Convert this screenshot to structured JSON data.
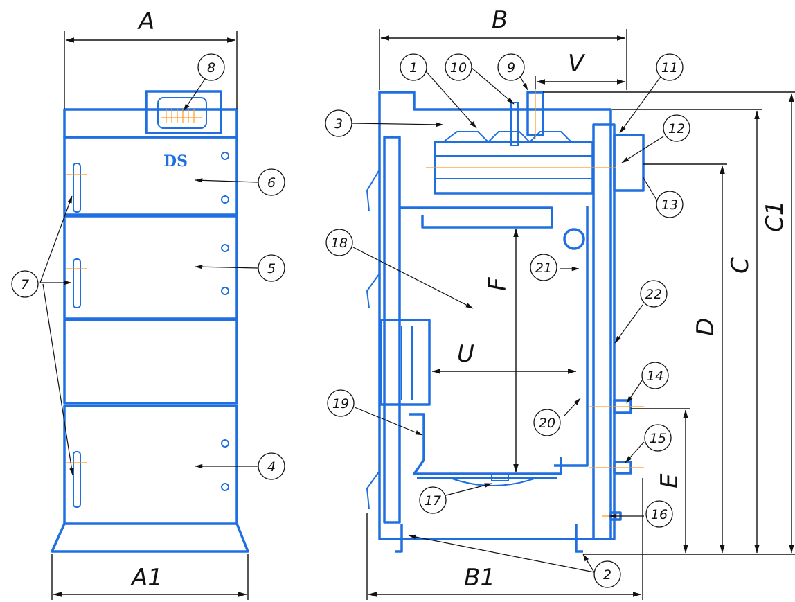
{
  "drawing": {
    "brand_logo": "DS",
    "dimensions": {
      "a": "A",
      "a1": "A1",
      "b": "B",
      "b1": "B1",
      "v": "V",
      "c": "C",
      "c1": "C1",
      "d": "D",
      "e": "E",
      "f": "F",
      "u": "U"
    },
    "callouts": {
      "n1": "1",
      "n2": "2",
      "n3": "3",
      "n4": "4",
      "n5": "5",
      "n6": "6",
      "n7": "7",
      "n8": "8",
      "n9": "9",
      "n10": "10",
      "n11": "11",
      "n12": "12",
      "n13": "13",
      "n14": "14",
      "n15": "15",
      "n16": "16",
      "n17": "17",
      "n18": "18",
      "n19": "19",
      "n20": "20",
      "n21": "21",
      "n22": "22"
    },
    "colors": {
      "outline": "#1f6fe0",
      "dimension": "#111111",
      "centerline": "#ff9a1e"
    }
  }
}
